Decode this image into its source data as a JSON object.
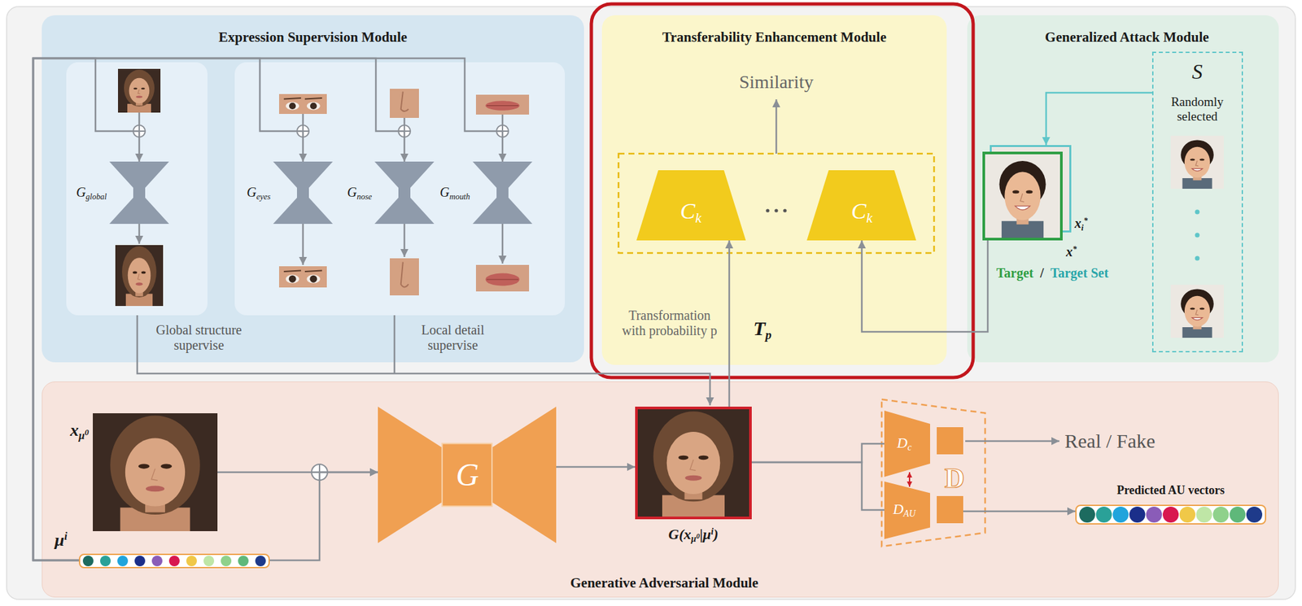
{
  "diagram": {
    "nodes": [
      {
        "text": [
          "Expression Supervision Module"
        ]
      },
      {
        "text": [
          "Gglobal"
        ],
        "in": 0
      },
      {
        "text": [
          "Geyes"
        ],
        "in": 0
      },
      {
        "text": [
          "Gnose"
        ],
        "in": 0
      },
      {
        "text": [
          "Gmouth"
        ],
        "in": 0
      },
      {
        "text": [
          "Transferability Enhancement Module"
        ]
      },
      {
        "text": [
          "Ck"
        ],
        "in": 5
      },
      {
        "text": [
          "Ck"
        ],
        "in": 5
      },
      {
        "text": [
          "Generalized Attack Module"
        ]
      },
      {
        "text": [
          "S",
          "Randomly selected"
        ],
        "in": 8
      },
      {
        "text": [
          "xi*"
        ],
        "in": 8
      },
      {
        "text": [
          "x*"
        ],
        "in": 8
      },
      {
        "text": [
          "Generative Adversarial Module"
        ]
      },
      {
        "text": [
          "xμ0"
        ],
        "in": 12
      },
      {
        "text": [
          "μi"
        ],
        "in": 12
      },
      {
        "text": [
          "G"
        ],
        "in": 12
      },
      {
        "text": [
          "G(xμ0|μi)"
        ],
        "in": 12
      },
      {
        "text": [
          "D"
        ],
        "in": 12
      },
      {
        "text": [
          "Dc"
        ],
        "in": 17
      },
      {
        "text": [
          "DAU"
        ],
        "in": 17
      },
      {
        "text": [
          "Predicted AU vectors"
        ],
        "in": 12
      }
    ],
    "edges": [
      {
        "from": 14,
        "to": 1,
        "arrow": "to"
      },
      {
        "from": 14,
        "to": 2,
        "arrow": "to"
      },
      {
        "from": 14,
        "to": 3,
        "arrow": "to"
      },
      {
        "from": 14,
        "to": 4,
        "arrow": "to"
      },
      {
        "from": 13,
        "to": 15,
        "arrow": "to"
      },
      {
        "from": 14,
        "to": 15,
        "arrow": "to"
      },
      {
        "from": 15,
        "to": 16,
        "arrow": "to"
      },
      {
        "from": 16,
        "to": 6,
        "label": "Tp",
        "arrow": "to"
      },
      {
        "from": 11,
        "to": 7,
        "arrow": "to"
      },
      {
        "from": 9,
        "to": 10,
        "arrow": "to"
      },
      {
        "from": 16,
        "to": 18,
        "arrow": "none"
      },
      {
        "from": 16,
        "to": 19,
        "arrow": "none"
      },
      {
        "from": 19,
        "to": 20,
        "arrow": "to"
      }
    ],
    "labels": [
      "Global structure supervise",
      "Local detail supervise",
      "Similarity",
      "Transformation with probability p",
      "Target",
      "/",
      "Target Set",
      "Real / Fake"
    ]
  }
}
